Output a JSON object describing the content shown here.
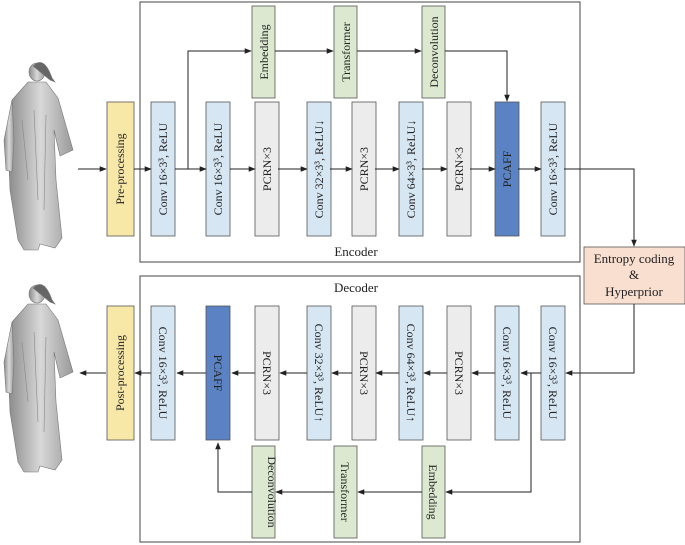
{
  "colors": {
    "conv": "#d6e6f2",
    "pcrn": "#ececec",
    "green": "#dce9d0",
    "pcaff": "#5b83c4",
    "yellow": "#f8e8a8",
    "entropy": "#f9dfd0",
    "stroke": "#555555"
  },
  "encoder": {
    "title": "Encoder",
    "pre": "Pre-processing",
    "blocks": [
      {
        "name": "enc-conv16-a",
        "label": "Conv 16×3³, ReLU",
        "kind": "conv"
      },
      {
        "name": "enc-conv16-b",
        "label": "Conv 16×3³, ReLU",
        "kind": "conv"
      },
      {
        "name": "enc-pcrn-1",
        "label": "PCRN×3",
        "kind": "pcrn"
      },
      {
        "name": "enc-conv32",
        "label": "Conv 32×3³, ReLU↓",
        "kind": "conv"
      },
      {
        "name": "enc-pcrn-2",
        "label": "PCRN×3",
        "kind": "pcrn"
      },
      {
        "name": "enc-conv64",
        "label": "Conv 64×3³, ReLU↓",
        "kind": "conv"
      },
      {
        "name": "enc-pcrn-3",
        "label": "PCRN×3",
        "kind": "pcrn"
      },
      {
        "name": "enc-pcaff",
        "label": "PCAFF",
        "kind": "pcaff"
      },
      {
        "name": "enc-conv16-c",
        "label": "Conv 16×3³, ReLU",
        "kind": "conv"
      }
    ],
    "top": [
      "Embedding",
      "Transformer",
      "Deconvolution"
    ]
  },
  "decoder": {
    "title": "Decoder",
    "post": "Post-processing",
    "blocks": [
      {
        "name": "dec-conv16-a",
        "label": "Conv 16×3³, ReLU",
        "kind": "conv"
      },
      {
        "name": "dec-pcaff",
        "label": "PCAFF",
        "kind": "pcaff"
      },
      {
        "name": "dec-pcrn-1",
        "label": "PCRN×3",
        "kind": "pcrn"
      },
      {
        "name": "dec-conv32",
        "label": "Conv 32×3³, ReLU↑",
        "kind": "conv"
      },
      {
        "name": "dec-pcrn-2",
        "label": "PCRN×3",
        "kind": "pcrn"
      },
      {
        "name": "dec-conv64",
        "label": "Conv 64×3³, ReLU↑",
        "kind": "conv"
      },
      {
        "name": "dec-pcrn-3",
        "label": "PCRN×3",
        "kind": "pcrn"
      },
      {
        "name": "dec-conv16-b",
        "label": "Conv 16×3³, ReLU",
        "kind": "conv"
      },
      {
        "name": "dec-conv16-c",
        "label": "Conv 16×3³, ReLU",
        "kind": "conv"
      }
    ],
    "bottom": [
      "Deconvolution",
      "Transformer",
      "Embedding"
    ]
  },
  "entropy": {
    "line1": "Entropy coding",
    "line2": "&",
    "line3": "Hyperprior"
  }
}
